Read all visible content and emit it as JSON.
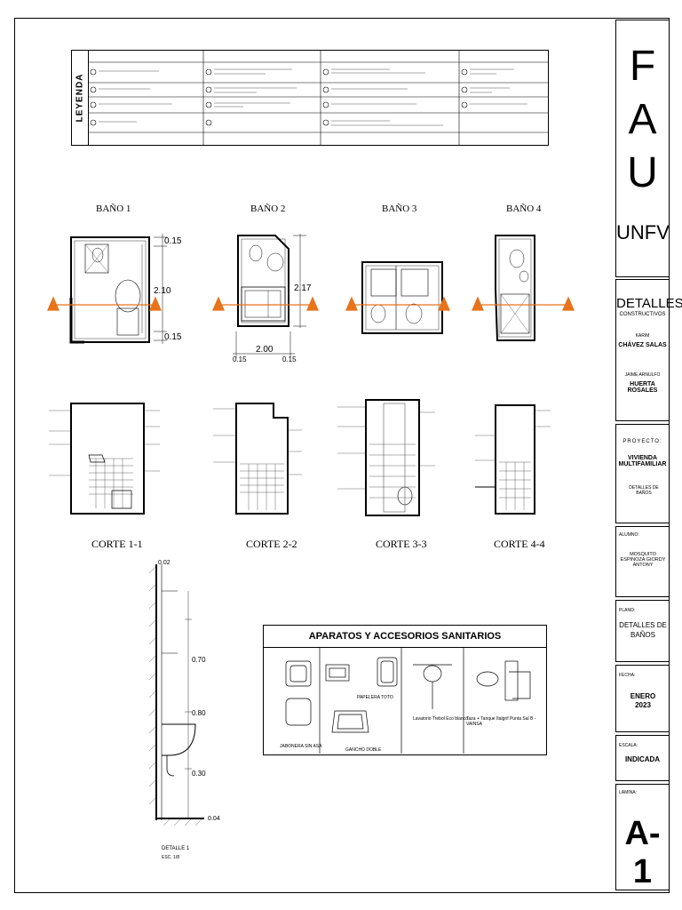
{
  "legend": {
    "title": "LEYENDA"
  },
  "plans": {
    "titles": [
      "BAÑO 1",
      "BAÑO 2",
      "BAÑO 3",
      "BAÑO 4"
    ],
    "dims": {
      "b1_top": "0.15",
      "b1_mid": "2.10",
      "b1_bot": "0.15",
      "b2_height": "2.17",
      "b2_width": "2.00",
      "b2_left": "0.15",
      "b2_right": "0.15"
    }
  },
  "sections": {
    "labels": [
      "CORTE 1-1",
      "CORTE 2-2",
      "CORTE 3-3",
      "CORTE 4-4"
    ]
  },
  "detail": {
    "title": "DETALLE 1",
    "scale": "ESC. 1/8",
    "dims": {
      "top": "0.02",
      "d1": "0.70",
      "d2": "0.80",
      "d3": "0.30",
      "bottom": "0.04"
    }
  },
  "fixtures": {
    "title": "APARATOS Y ACCESORIOS SANITARIOS",
    "items": [
      "PAPELERA TOTO",
      "JABONERA SIN ASA",
      "GANCHO DOBLE",
      "Lavatorio Trebol Eco blanco",
      "Taza + Tanque Italgrif Punta Sal B - VAINSA"
    ]
  },
  "title_block": {
    "logo_letters": [
      "F",
      "A",
      "U"
    ],
    "institution": "UNFV",
    "section_title": "DETALLES",
    "section_subtitle": "CONSTRUCTIVOS",
    "author1_first": "KARIM",
    "author1_last": "CHÁVEZ SALAS",
    "author2_first": "JAIME ARNULFO",
    "author2_last": "HUERTA ROSALES",
    "project_label": "PROYECTO:",
    "project_name": "VIVIENDA MULTIFAMILIAR",
    "project_detail": "DETALLES DE BAÑOS",
    "student_label": "ALUMNO:",
    "student_name": "MOSQUITO ESPINOZA GIORDY ANTONY",
    "plan_label": "PLANO:",
    "plan_name": "DETALLES DE BAÑOS",
    "date_label": "FECHA:",
    "date_value": "ENERO 2023",
    "scale_label": "ESCALA:",
    "scale_value": "INDICADA",
    "sheet_label": "LAMINA:",
    "sheet_value": "A-1"
  },
  "colors": {
    "accent": "#e8731a",
    "line": "#000000"
  }
}
